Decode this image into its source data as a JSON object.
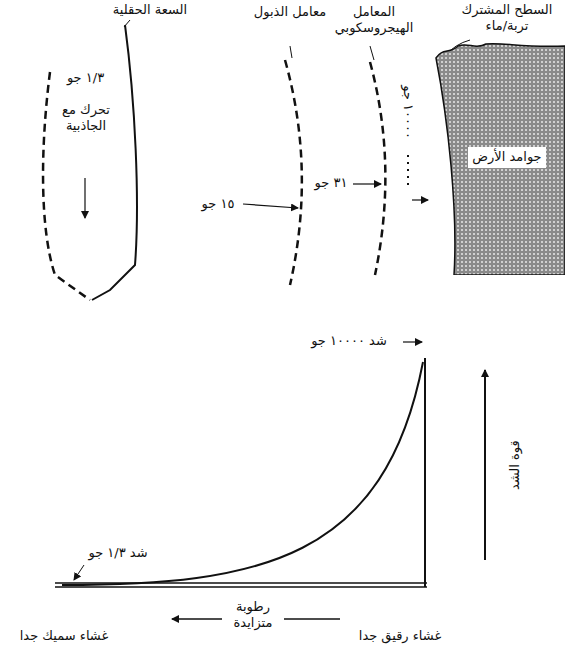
{
  "diagram": {
    "nodes": [
      {
        "text": [
          "جوامد الأرض"
        ]
      }
    ],
    "labels": [
      "السعة الحقلية",
      "١/٣ جو",
      "تحرك مع الجاذبية",
      "معامل الذبول",
      "١٥ جو",
      "المعامل الهيجروسكوبي",
      "٣١ جو",
      "السطح المشترك تربة/ماء",
      "١٠٠٠٠ جو",
      "شد ١٠٠٠٠ جو",
      "قوة الشد",
      "شد ١/٣ جو",
      "غشاء سميك جدا",
      "رطوبة متزايدة",
      "غشاء رقيق جدا"
    ]
  }
}
